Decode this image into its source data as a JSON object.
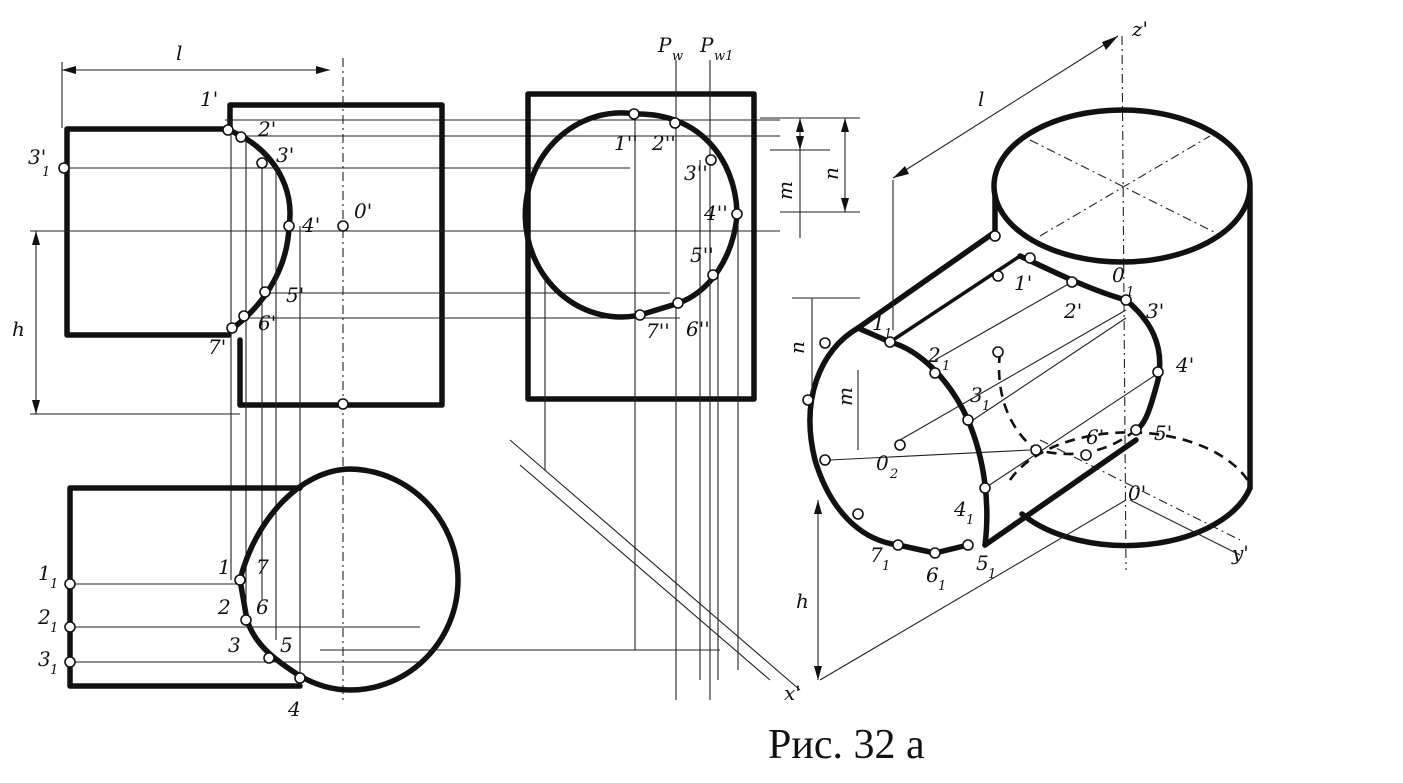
{
  "caption": "Рис. 32 а",
  "dimensions": {
    "l_front": "l",
    "l_axon": "l",
    "h_front": "h",
    "h_axon": "h",
    "m_side": "m",
    "n_side": "n",
    "m_axon": "m",
    "n_axon": "n"
  },
  "front_view": {
    "points": [
      "1'",
      "2'",
      "3'",
      "4'",
      "5'",
      "6'",
      "7'"
    ],
    "center": "0'",
    "flat": "3'",
    "flat_sub": "1"
  },
  "side_view": {
    "points": [
      "1''",
      "2''",
      "3''",
      "4''",
      "5''",
      "6''",
      "7''"
    ],
    "plane1": "P",
    "plane1_sub": "w",
    "plane2": "P",
    "plane2_sub": "w1"
  },
  "top_view": {
    "points": [
      "1",
      "2",
      "3",
      "4",
      "5",
      "6",
      "7"
    ],
    "flat": [
      "1",
      "2",
      "3"
    ],
    "flat_sub": "1"
  },
  "axon_view": {
    "axes": [
      "z'",
      "y'",
      "x'"
    ],
    "points": [
      "1'",
      "2'",
      "3'",
      "4'",
      "5'",
      "6'"
    ],
    "o_point": "0'",
    "o_top": "0",
    "o_top_sub": "1",
    "flat_main": [
      "1",
      "2",
      "3",
      "4",
      "5",
      "6",
      "7"
    ],
    "flat_sub": "1",
    "o_flat": "0",
    "o_flat_sub": "2"
  }
}
